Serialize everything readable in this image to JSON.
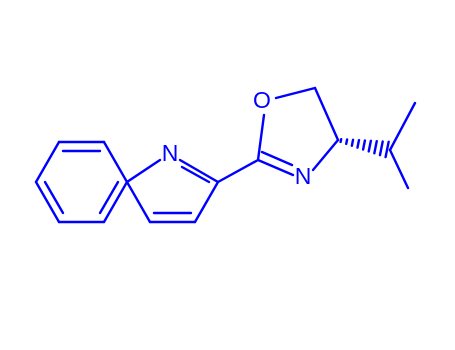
{
  "molecule": {
    "atoms": {
      "n_quinoline": "N",
      "o_ring": "O",
      "n_ring": "N"
    }
  },
  "colors": {
    "bond": "#0000FF",
    "label": "#0000FF",
    "background": "#FFFFFF"
  }
}
